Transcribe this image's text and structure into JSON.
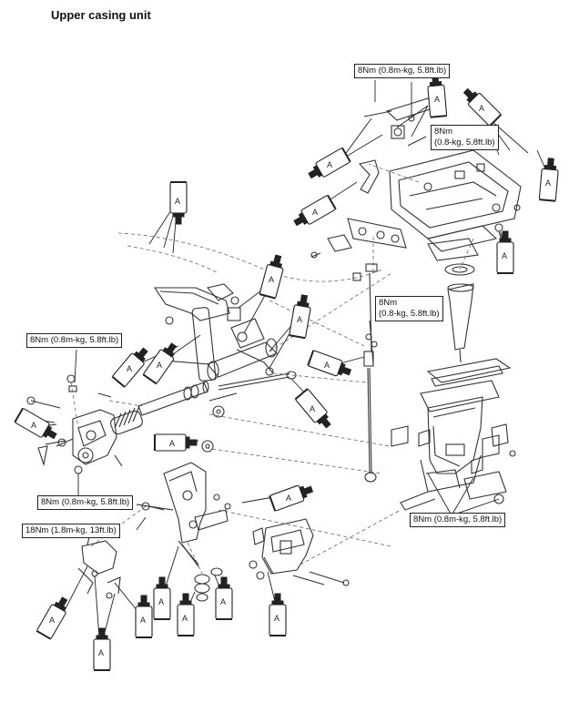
{
  "page": {
    "title": "Upper casing unit"
  },
  "callouts": [
    {
      "id": "top-right",
      "text": "8Nm (0.8m-kg, 5.8ft.lb)"
    },
    {
      "id": "mid-right-a",
      "text": "8Nm"
    },
    {
      "id": "mid-right-b",
      "text": "(0.8-kg, 5.8ft.lb)"
    },
    {
      "id": "center-a",
      "text": "8Nm"
    },
    {
      "id": "center-b",
      "text": "(0.8-kg, 5.8ft.lb)"
    },
    {
      "id": "left-upper",
      "text": "8Nm (0.8m-kg, 5.8ft.lb)"
    },
    {
      "id": "left-lower",
      "text": "8Nm (0.8m-kg, 5.8ft.lb)"
    },
    {
      "id": "left-bottom",
      "text": "18Nm (1.8m-kg, 13ft.lb)"
    },
    {
      "id": "bottom-right",
      "text": "8Nm (0.8m-kg, 5.8ft.lb)"
    }
  ],
  "tube_label": "A"
}
